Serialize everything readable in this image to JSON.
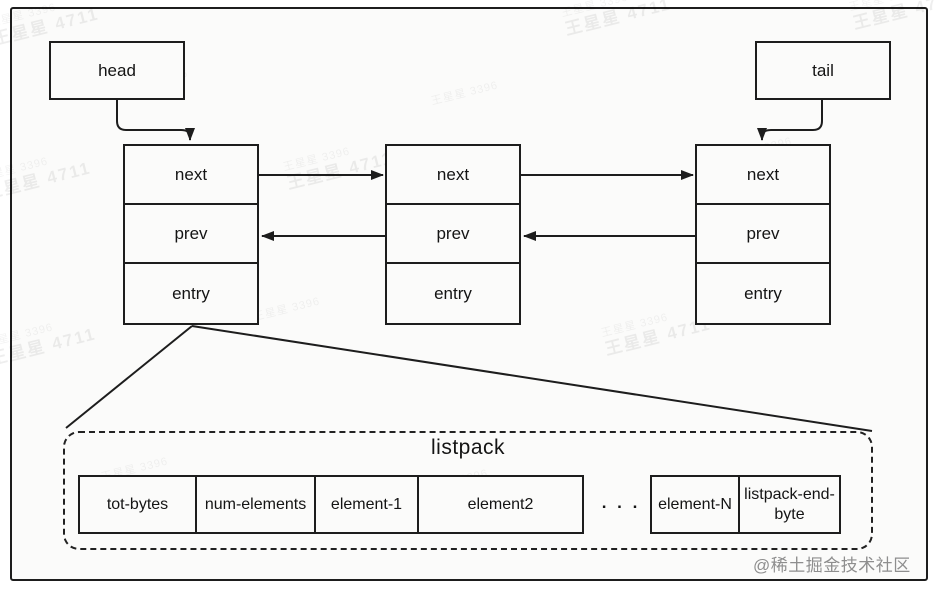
{
  "colors": {
    "line": "#1d1d1d",
    "text": "#141414",
    "background": "#fbfbfa",
    "corner_watermark": "#8e8e8e"
  },
  "linked_list": {
    "head_label": "head",
    "tail_label": "tail",
    "node_rows": [
      "next",
      "prev",
      "entry"
    ],
    "node_count": 3
  },
  "listpack": {
    "title": "listpack",
    "cells": [
      "tot-bytes",
      "num-elements",
      "element-1",
      "element2"
    ],
    "ellipsis": ". . .",
    "tail_cells": [
      "element-N",
      "listpack-end-byte"
    ]
  },
  "watermarks": {
    "small": "王星星 3396",
    "large": "王星星 4711",
    "corner": "@稀土掘金技术社区"
  }
}
